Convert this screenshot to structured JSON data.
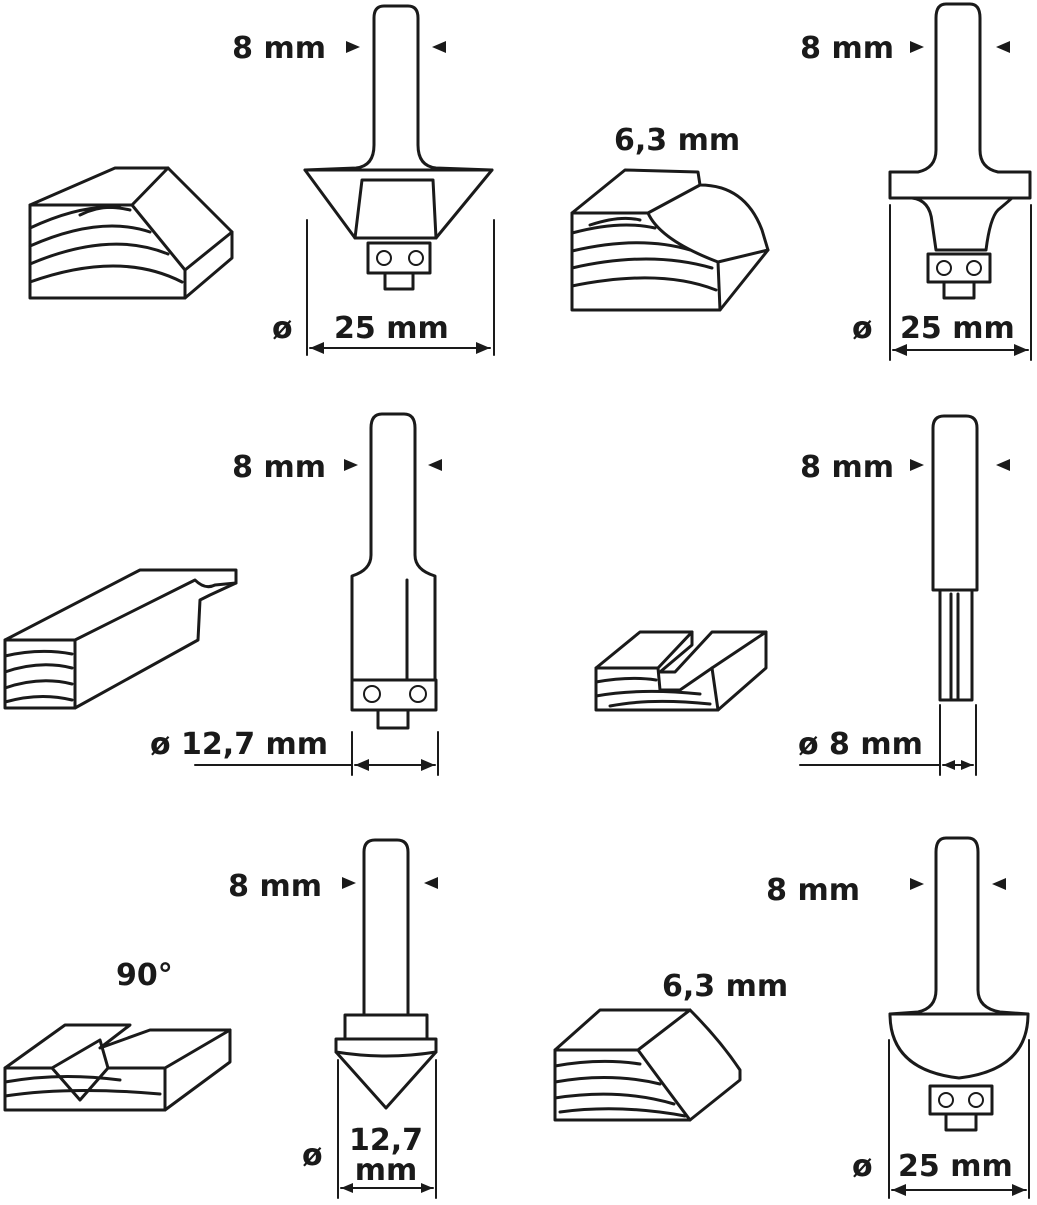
{
  "bits": [
    {
      "name": "chamfer",
      "shank": "8 mm",
      "dia_symbol": "ø",
      "dia": "25 mm"
    },
    {
      "name": "roundover",
      "shank": "8 mm",
      "radius": "6,3 mm",
      "dia_symbol": "ø",
      "dia": "25 mm"
    },
    {
      "name": "flush-trim",
      "shank": "8 mm",
      "dia": "ø 12,7 mm"
    },
    {
      "name": "straight",
      "shank": "8 mm",
      "dia": "ø 8 mm"
    },
    {
      "name": "v-groove",
      "shank": "8 mm",
      "angle": "90°",
      "dia_symbol": "ø",
      "dia_line1": "12,7",
      "dia_line2": "mm"
    },
    {
      "name": "cove",
      "shank": "8 mm",
      "radius": "6,3 mm",
      "dia_symbol": "ø",
      "dia": "25 mm"
    }
  ]
}
